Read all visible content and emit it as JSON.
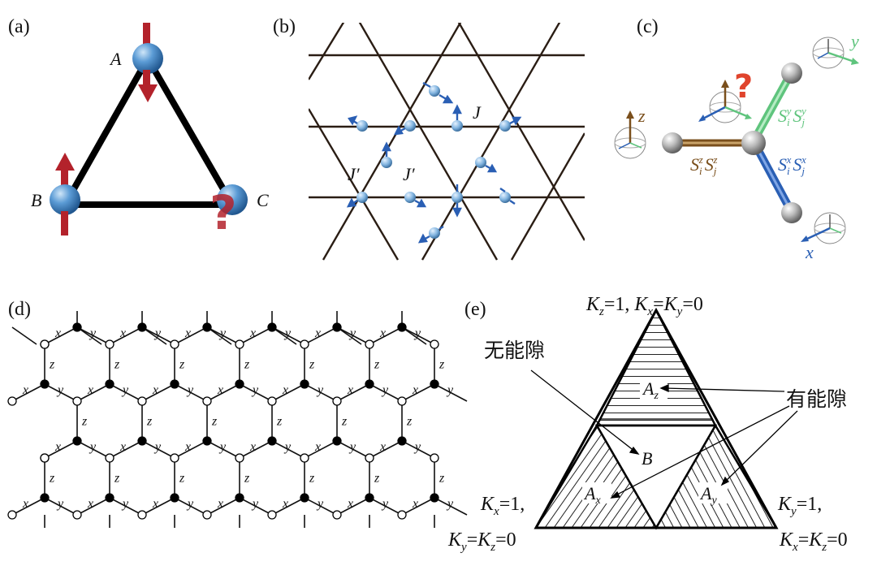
{
  "panels": {
    "a": {
      "label": "(a)",
      "nodes": [
        {
          "text": "A"
        },
        {
          "text": "B"
        },
        {
          "text": "C"
        }
      ],
      "question": "?"
    },
    "b": {
      "label": "(b)",
      "bonds": [
        {
          "text": "J"
        },
        {
          "text": "J′"
        },
        {
          "text": "J′"
        }
      ]
    },
    "c": {
      "label": "(c)",
      "axes": {
        "z": "z",
        "y": "y",
        "x": "x"
      },
      "question": "?",
      "bonds": {
        "z": {
          "base": "S",
          "i_sub": "i",
          "j_sub": "j",
          "sup": "z"
        },
        "y": {
          "base": "S",
          "i_sub": "i",
          "j_sub": "j",
          "sup": "y"
        },
        "x": {
          "base": "S",
          "i_sub": "i",
          "j_sub": "j",
          "sup": "x"
        }
      }
    },
    "d": {
      "label": "(d)",
      "bond_labels": {
        "x": "x",
        "y": "y",
        "z": "z"
      }
    },
    "e": {
      "label": "(e)",
      "top": {
        "K": "K",
        "z_sub": "z",
        "eq1": "=1, ",
        "x_sub": "x",
        "eq": "=",
        "y_sub": "y",
        "eq0": "=0"
      },
      "left": {
        "K": "K",
        "x_sub": "x",
        "eq1": "=1,",
        "y_sub": "y",
        "z_sub": "z",
        "eq": "=",
        "eq0": "=0"
      },
      "right": {
        "K": "K",
        "y_sub": "y",
        "eq1": "=1,",
        "x_sub": "x",
        "z_sub": "z",
        "eq": "=",
        "eq0": "=0"
      },
      "gapless_label": "无能隙",
      "gapped_label": "有能隙",
      "phases": {
        "Az": {
          "base": "A",
          "sub": "z"
        },
        "Ax": {
          "base": "A",
          "sub": "x"
        },
        "Ay": {
          "base": "A",
          "sub": "y"
        },
        "B": "B"
      }
    }
  },
  "colors": {
    "sphere": "#4f8fc8",
    "spin_arrow": "#b3222b",
    "question": "#e0442d",
    "z_bond": "#7a4f1c",
    "y_bond": "#5fc47d",
    "x_bond": "#2a5fb4",
    "kagome_arrow": "#2a5fb4"
  }
}
